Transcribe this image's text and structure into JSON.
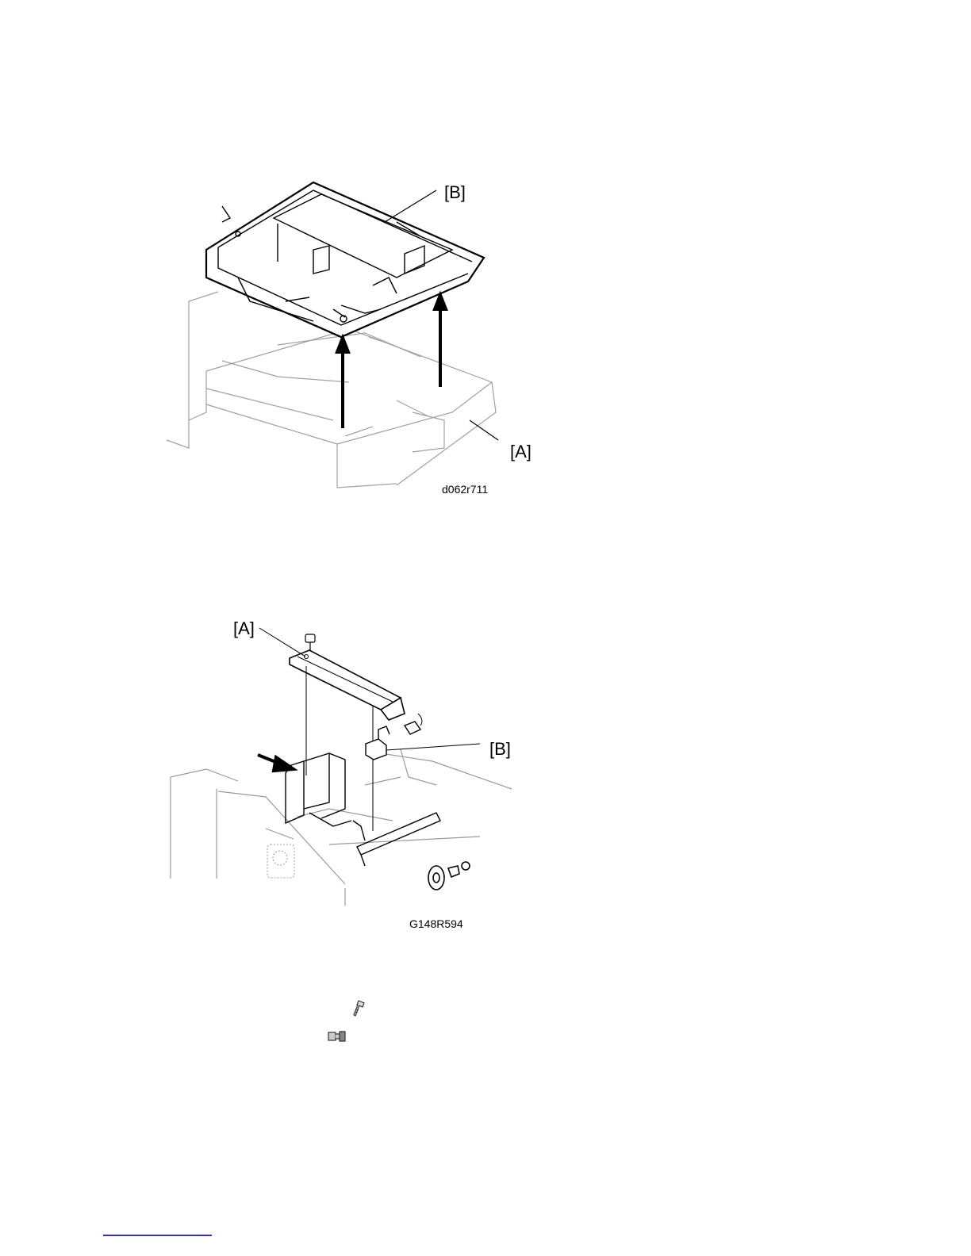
{
  "figure1": {
    "label_b": "[B]",
    "label_a": "[A]",
    "code": "d062r711"
  },
  "figure2": {
    "label_a": "[A]",
    "label_b": "[B]",
    "code": "G148R594"
  },
  "icons": {
    "screw": "screw-icon",
    "connector": "connector-icon"
  },
  "colors": {
    "line": "#000000",
    "faint": "#9a9a9a",
    "footer_rule": "#3333aa"
  }
}
